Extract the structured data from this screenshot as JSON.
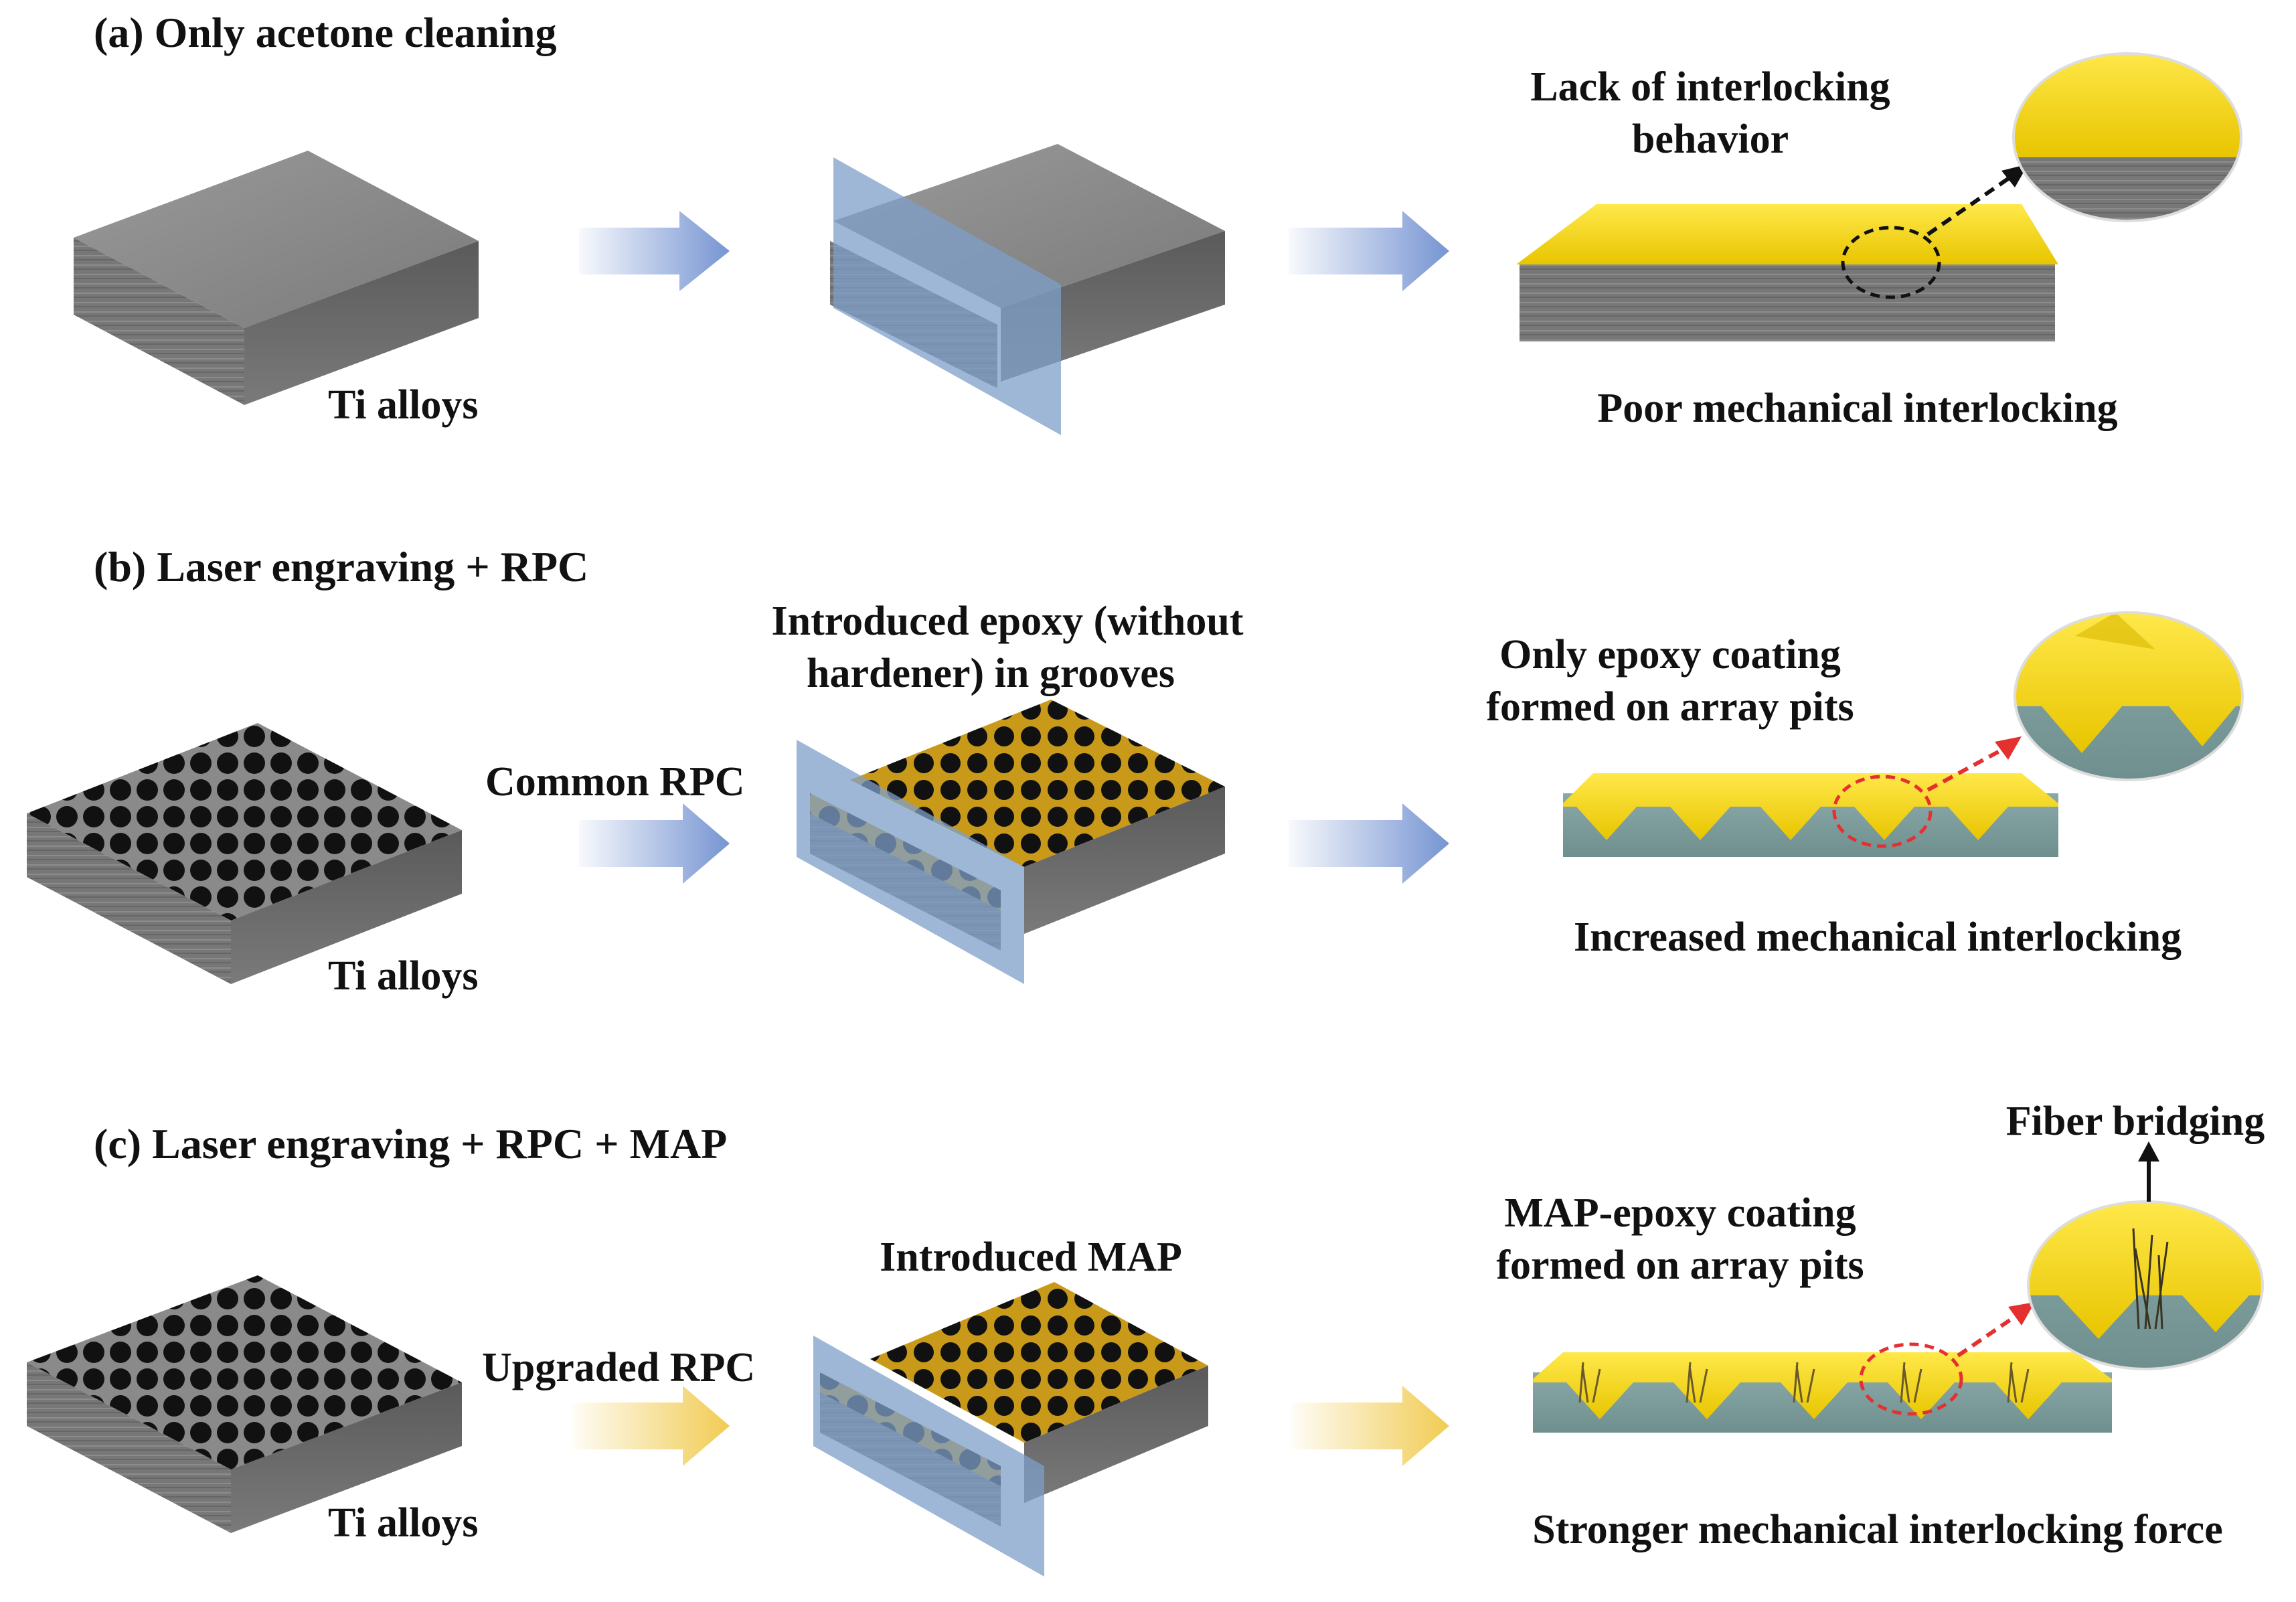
{
  "panels": [
    {
      "title": "(a) Only acetone cleaning",
      "substrate_label": "Ti alloys",
      "arrow_label": "",
      "step2_label": [
        "",
        ""
      ],
      "coating_label": [
        "Lack of interlocking",
        "behavior"
      ],
      "result_label": "Poor mechanical interlocking",
      "zoom_label": "",
      "highlight_color": "#111111",
      "arrow_color": "#6f8fd0"
    },
    {
      "title": "(b) Laser engraving + RPC",
      "substrate_label": "Ti alloys",
      "arrow_label": "Common RPC",
      "step2_label": [
        "Introduced epoxy (without",
        "hardener) in grooves"
      ],
      "coating_label": [
        "Only epoxy coating",
        "formed on array pits"
      ],
      "result_label": "Increased mechanical interlocking",
      "zoom_label": "",
      "highlight_color": "#e53030",
      "arrow_color": "#6f8fd0"
    },
    {
      "title": "(c) Laser engraving + RPC + MAP",
      "substrate_label": "Ti alloys",
      "arrow_label": "Upgraded RPC",
      "step2_label": [
        "Introduced MAP",
        ""
      ],
      "coating_label": [
        "MAP-epoxy coating",
        "formed on array pits"
      ],
      "result_label": "Stronger mechanical interlocking force",
      "zoom_label": "Fiber bridging",
      "highlight_color": "#e53030",
      "arrow_color": "#f0c94a"
    }
  ],
  "colors": {
    "coating": "#f3d21a",
    "ti_alloy": "#8a8a8a",
    "substrate_engraved": "#7f9e9e",
    "cut_plane": "#7f9fc8",
    "pit": "#111111",
    "groove_fill": "#c99a1a"
  }
}
